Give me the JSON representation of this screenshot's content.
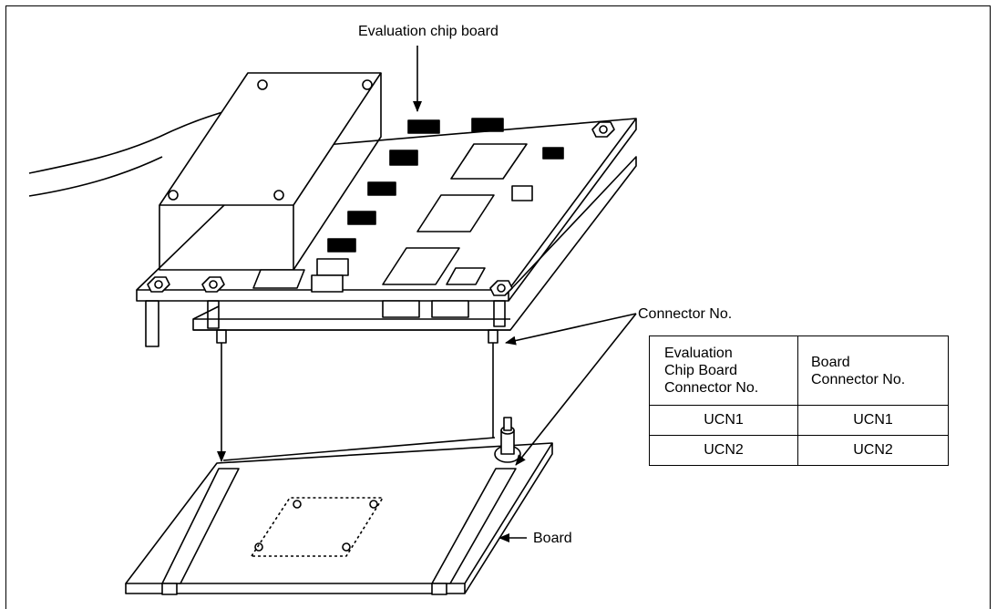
{
  "labels": {
    "evaluation_chip_board": "Evaluation chip board",
    "connector_no": "Connector No.",
    "board": "Board"
  },
  "table": {
    "headers": [
      [
        "Evaluation",
        "Chip Board",
        "Connector No."
      ],
      [
        "Board",
        "Connector No."
      ]
    ],
    "rows": [
      [
        "UCN1",
        "UCN1"
      ],
      [
        "UCN2",
        "UCN2"
      ]
    ]
  }
}
